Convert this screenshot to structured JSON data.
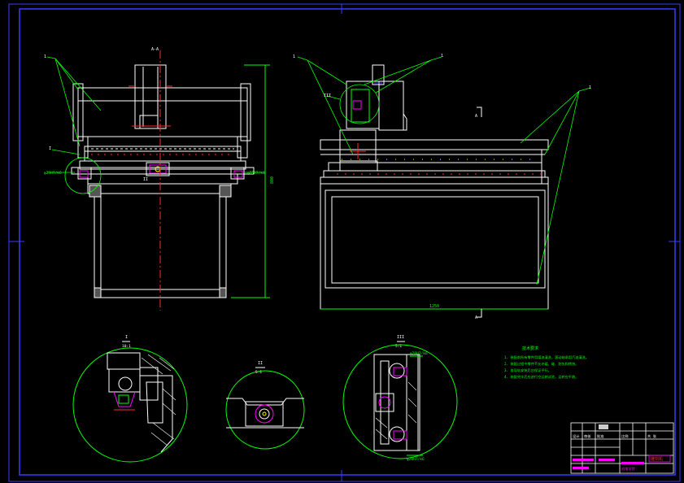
{
  "drawing": {
    "colors": {
      "background": "#000000",
      "outline": "#ffffff",
      "frame": "#3a3aff",
      "leader": "#00ff00",
      "center": "#ff2a2a",
      "highlight": "#ff00ff",
      "yellow": "#ffff00"
    },
    "front_view": {
      "section_tag": "A-A",
      "leader_number": "1",
      "detail_tag_left": "I",
      "detail_tag_mid": "II",
      "note_left": "φ25H7/k6",
      "note_right": "φ25H7/k6",
      "height_dim": "800"
    },
    "side_view": {
      "leader_number_left": "1",
      "leader_number_top": "1",
      "leader_number_right": "1",
      "detail_tag": "III",
      "section_arrow_top": "A",
      "section_arrow_bottom": "A",
      "width_dim": "1250"
    },
    "details": {
      "detail1_tag": "I",
      "detail1_scale": "10:1",
      "detail2_tag": "II",
      "detail2_scale": "5:1",
      "detail3_tag": "III",
      "detail3_scale": "5:1",
      "detail3_note_top": "φ20H7/k6",
      "detail3_note_bottom": "φ20H7/k6"
    },
    "tech_notes": {
      "title": "技术要求",
      "lines": [
        "1. 装配前所有零件用煤油清洗，滚动轴承用汽油清洗。",
        "2. 装配过程中零件不允许磕、碰、划伤和锈蚀。",
        "3. 各导轨安装后应保证平行。",
        "4. 装配完毕后应进行空运转试验，运转应平稳。"
      ]
    },
    "title_block": {
      "drawing_name": "雕刻机",
      "label_design": "设计",
      "label_check": "审核",
      "label_approve": "批准",
      "label_scale": "比例",
      "label_sheet": "共 张",
      "school": "机电学院"
    }
  }
}
